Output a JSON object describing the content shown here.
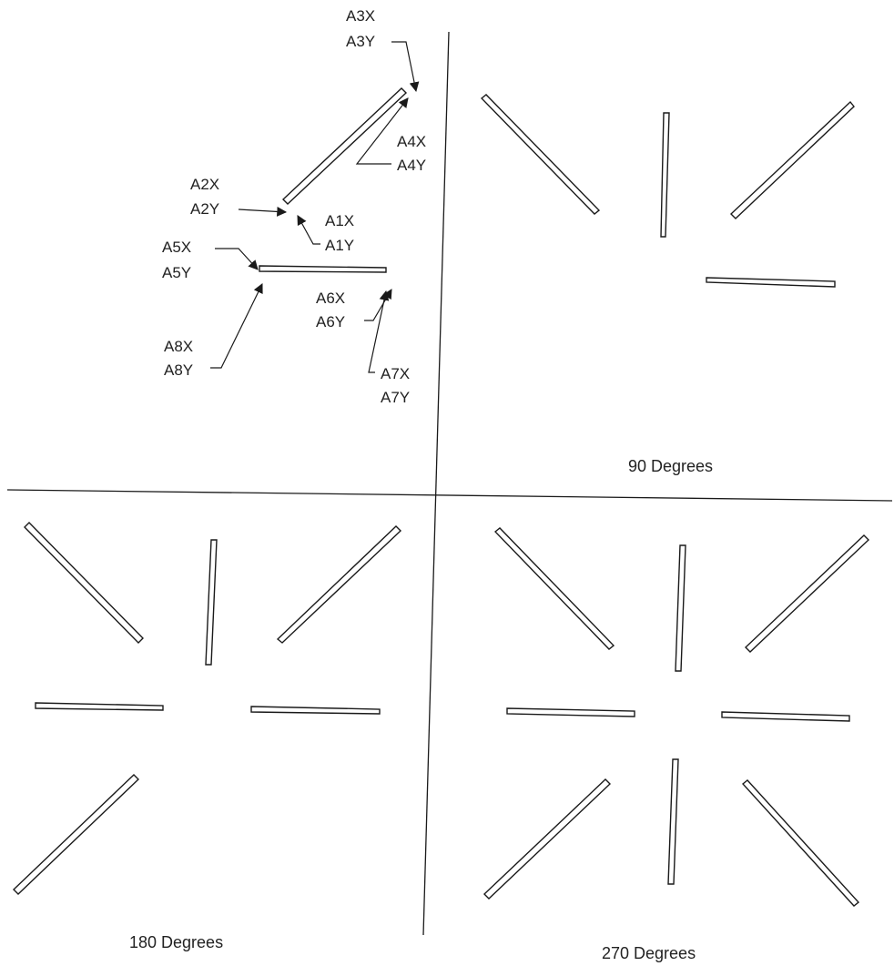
{
  "labels": {
    "a1x": "A1X",
    "a1y": "A1Y",
    "a2x": "A2X",
    "a2y": "A2Y",
    "a3x": "A3X",
    "a3y": "A3Y",
    "a4x": "A4X",
    "a4y": "A4Y",
    "a5x": "A5X",
    "a5y": "A5Y",
    "a6x": "A6X",
    "a6y": "A6Y",
    "a7x": "A7X",
    "a7y": "A7Y",
    "a8x": "A8X",
    "a8y": "A8Y"
  },
  "captions": {
    "q90": "90 Degrees",
    "q180": "180 Degrees",
    "q270": "270 Degrees"
  },
  "colors": {
    "ink": "#1a1a1a",
    "paper": "#ffffff"
  }
}
